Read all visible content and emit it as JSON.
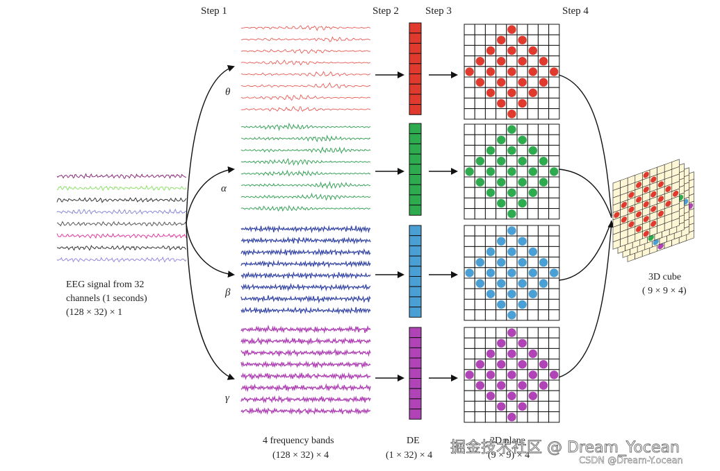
{
  "steps": {
    "s1": "Step 1",
    "s2": "Step 2",
    "s3": "Step 3",
    "s4": "Step 4"
  },
  "eeg": {
    "line1": "EEG signal from 32",
    "line2": "channels (1 seconds)",
    "line3": "(128 × 32) × 1"
  },
  "bands": [
    {
      "symbol": "θ",
      "color": "#e03a2f"
    },
    {
      "symbol": "α",
      "color": "#2eaa4f"
    },
    {
      "symbol": "β",
      "color": "#4aa0d4"
    },
    {
      "symbol": "γ",
      "color": "#b043b5"
    }
  ],
  "band_wave_colors": [
    "#e85a55",
    "#3aa35a",
    "#3a4aa8",
    "#b043b5"
  ],
  "eeg_wave_colors": [
    "#8a2b7a",
    "#8ee06a",
    "#333333",
    "#8a8ad6",
    "#555555",
    "#e03aa0",
    "#333333",
    "#9a8ae0"
  ],
  "captions": {
    "bands_line1": "4 frequency bands",
    "bands_line2": "(128 × 32) × 4",
    "de_line1": "DE",
    "de_line2": "(1 × 32) × 4",
    "plane_line1": "2D plane",
    "plane_line2": "(9 × 9) × 4",
    "cube_line1": "3D cube",
    "cube_line2": "( 9 × 9 × 4)"
  },
  "watermark": {
    "main": "掘金技术社区 @ Dream_Yocean",
    "sub": "CSDN @Dream-Y.ocean"
  },
  "grid_filled_cells": [
    [
      0,
      4
    ],
    [
      1,
      3
    ],
    [
      1,
      5
    ],
    [
      2,
      2
    ],
    [
      2,
      4
    ],
    [
      2,
      6
    ],
    [
      3,
      1
    ],
    [
      3,
      3
    ],
    [
      3,
      5
    ],
    [
      3,
      7
    ],
    [
      4,
      0
    ],
    [
      4,
      2
    ],
    [
      4,
      4
    ],
    [
      4,
      6
    ],
    [
      4,
      8
    ],
    [
      5,
      1
    ],
    [
      5,
      3
    ],
    [
      5,
      5
    ],
    [
      5,
      7
    ],
    [
      6,
      2
    ],
    [
      6,
      4
    ],
    [
      6,
      6
    ],
    [
      7,
      3
    ],
    [
      7,
      5
    ],
    [
      8,
      4
    ]
  ]
}
